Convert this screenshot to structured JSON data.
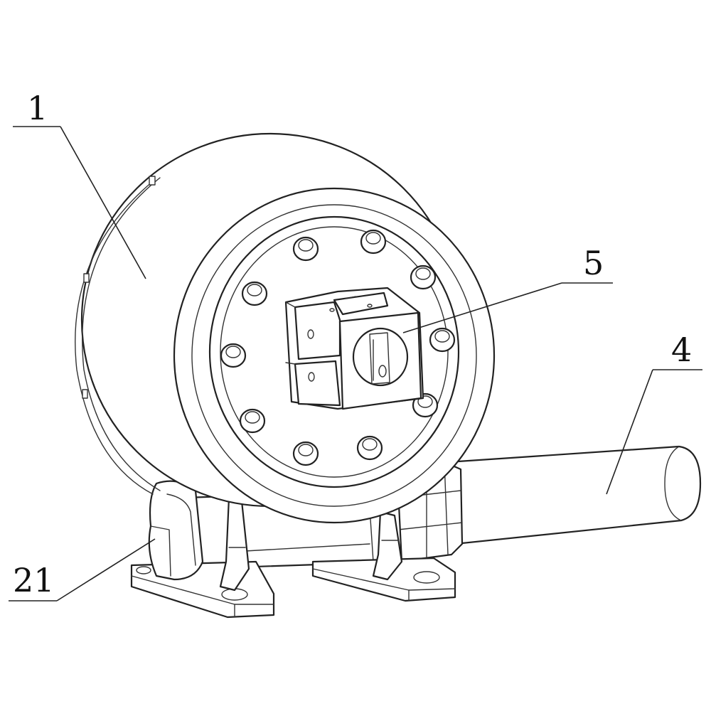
{
  "callouts": {
    "label_1": "1",
    "label_5": "5",
    "label_4": "4",
    "label_21": "21"
  }
}
